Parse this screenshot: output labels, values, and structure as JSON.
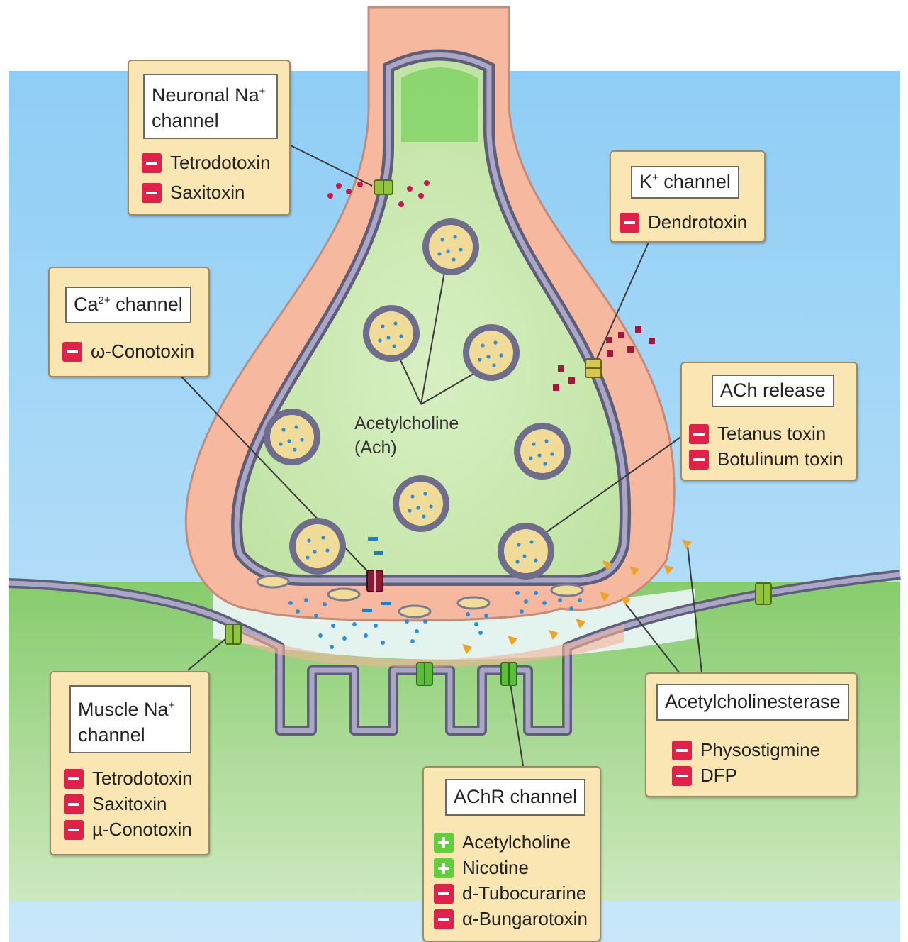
{
  "colors": {
    "inhibitor": "#e0214a",
    "activator": "#5fd03a",
    "panel_fill": "#f9e6b2",
    "terminal_fill": "#cfe9b3",
    "membrane": "#8c8aa6",
    "sky": "#9dd3f6",
    "grass": "#8dcf74"
  },
  "labels": {
    "acetylcholine": [
      "Acetylcholine",
      "(Ach)"
    ]
  },
  "panels": {
    "neuronal_na": {
      "title_lines": [
        "Neuronal Na",
        "channel"
      ],
      "title_superscript": "+",
      "items": [
        {
          "sign": "minus",
          "label": "Tetrodotoxin"
        },
        {
          "sign": "minus",
          "label": "Saxitoxin"
        }
      ]
    },
    "k_channel": {
      "title": "K",
      "title_superscript": "+",
      "title_suffix": " channel",
      "items": [
        {
          "sign": "minus",
          "label": "Dendrotoxin"
        }
      ]
    },
    "ca_channel": {
      "title": "Ca",
      "title_superscript": "2+",
      "title_suffix": " channel",
      "items": [
        {
          "sign": "minus",
          "label": "ω-Conotoxin"
        }
      ]
    },
    "ach_release": {
      "title": "ACh release",
      "items": [
        {
          "sign": "minus",
          "label": "Tetanus toxin"
        },
        {
          "sign": "minus",
          "label": "Botulinum toxin"
        }
      ]
    },
    "muscle_na": {
      "title_lines": [
        "Muscle Na",
        "channel"
      ],
      "title_superscript": "+",
      "items": [
        {
          "sign": "minus",
          "label": "Tetrodotoxin"
        },
        {
          "sign": "minus",
          "label": "Saxitoxin"
        },
        {
          "sign": "minus",
          "label": "µ-Conotoxin"
        }
      ]
    },
    "achr_channel": {
      "title": "AChR channel",
      "items": [
        {
          "sign": "plus",
          "label": "Acetylcholine"
        },
        {
          "sign": "plus",
          "label": "Nicotine"
        },
        {
          "sign": "minus",
          "label": "d-Tubocurarine"
        },
        {
          "sign": "minus",
          "label": "α-Bungarotoxin"
        }
      ]
    },
    "acetylcholinesterase": {
      "title": "Acetylcholinesterase",
      "items": [
        {
          "sign": "minus",
          "label": "Physostigmine"
        },
        {
          "sign": "minus",
          "label": "DFP"
        }
      ]
    }
  }
}
